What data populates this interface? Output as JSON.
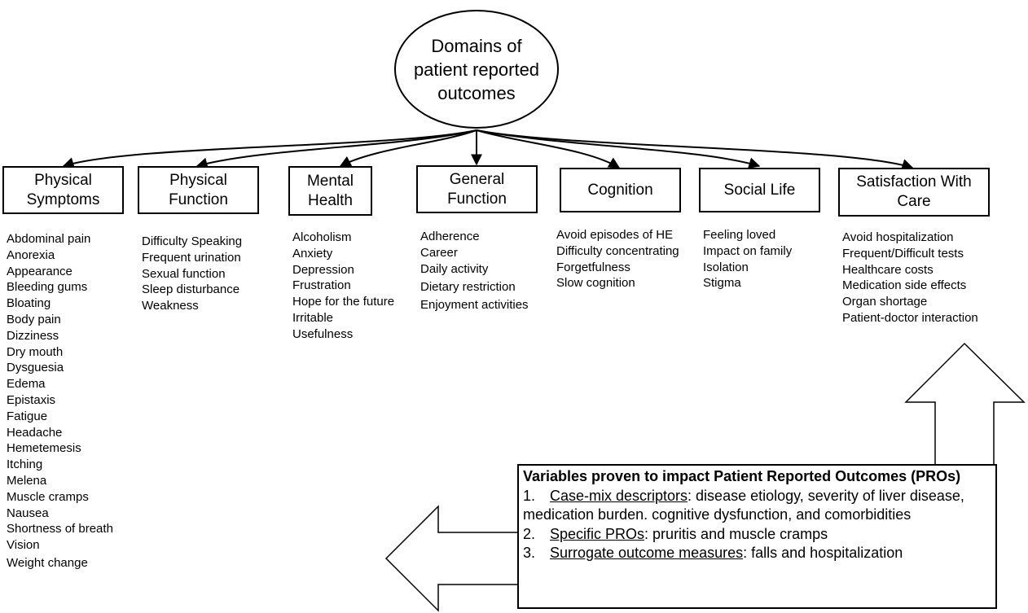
{
  "root": {
    "label": "Domains of patient reported outcomes"
  },
  "domains": [
    {
      "title": "Physical Symptoms",
      "items": [
        "Abdominal pain",
        "Anorexia",
        "Appearance",
        "Bleeding gums",
        "Bloating",
        "Body pain",
        "Dizziness",
        "Dry mouth",
        "Dysguesia",
        "Edema",
        "Epistaxis",
        "Fatigue",
        "Headache",
        "Hemetemesis",
        "Itching",
        "Melena",
        "Muscle cramps",
        "Nausea",
        "Shortness of breath",
        "Vision",
        "Weight change"
      ]
    },
    {
      "title": "Physical Function",
      "items": [
        "Difficulty Speaking",
        "Frequent urination",
        "Sexual function",
        "Sleep disturbance",
        "Weakness"
      ]
    },
    {
      "title": "Mental Health",
      "items": [
        "Alcoholism",
        "Anxiety",
        "Depression",
        "Frustration",
        "Hope for the future",
        "Irritable",
        "Usefulness"
      ]
    },
    {
      "title": "General Function",
      "items": [
        "Adherence",
        "Career",
        "Daily activity",
        "Dietary restriction",
        "Enjoyment activities"
      ]
    },
    {
      "title": "Cognition",
      "items": [
        "Avoid episodes of HE",
        "Difficulty concentrating",
        "Forgetfulness",
        "Slow cognition"
      ]
    },
    {
      "title": "Social Life",
      "items": [
        "Feeling loved",
        "Impact on family",
        "Isolation",
        "Stigma"
      ]
    },
    {
      "title": "Satisfaction With Care",
      "items": [
        "Avoid hospitalization",
        "Frequent/Difficult tests",
        "Healthcare costs",
        "Medication side effects",
        "Organ shortage",
        "Patient-doctor interaction"
      ]
    }
  ],
  "variables": {
    "title": "Variables proven to impact Patient Reported Outcomes (PROs)",
    "entries": [
      {
        "number": "1.",
        "term": "Case-mix descriptors",
        "text": ": disease etiology, severity of liver disease, medication burden. cognitive dysfunction, and comorbidities"
      },
      {
        "number": "2.",
        "term": "Specific PROs",
        "text": ": pruritis and muscle cramps"
      },
      {
        "number": "3.",
        "term": "Surrogate outcome measures",
        "text": ": falls and hospitalization"
      }
    ]
  }
}
